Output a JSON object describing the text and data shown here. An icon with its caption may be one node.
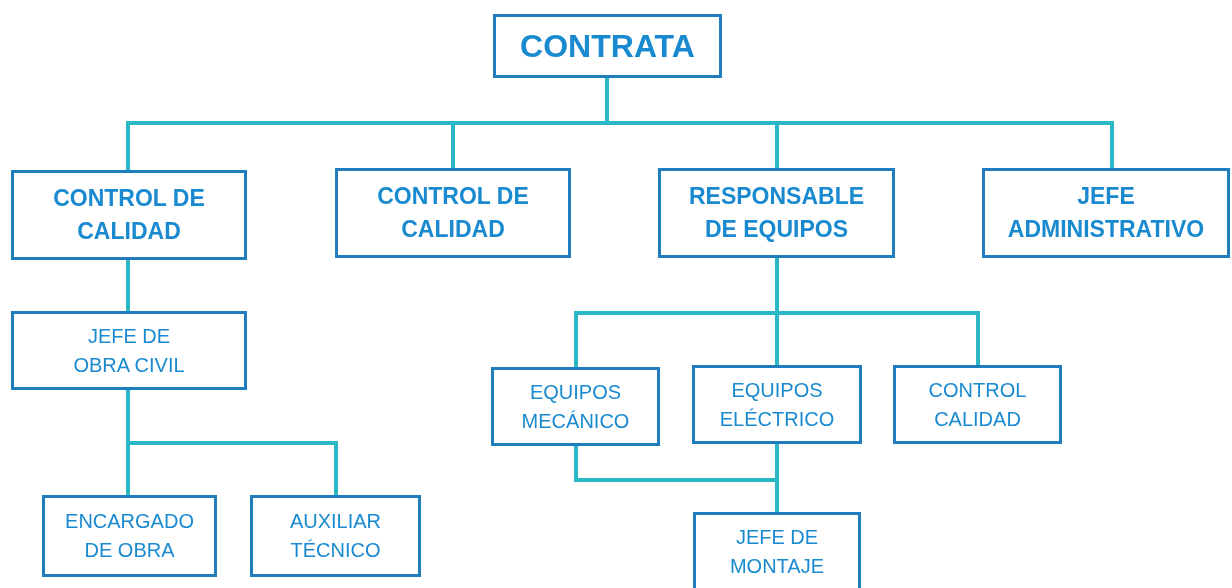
{
  "diagram": {
    "nodes": [
      {
        "text": [
          "CONTRATA"
        ]
      },
      {
        "text": [
          "CONTROL DE CALIDAD"
        ]
      },
      {
        "text": [
          "CONTROL DE CALIDAD"
        ]
      },
      {
        "text": [
          "RESPONSABLE DE EQUIPOS"
        ]
      },
      {
        "text": [
          "JEFE ADMINISTRATIVO"
        ]
      },
      {
        "text": [
          "JEFE DE OBRA CIVIL"
        ]
      },
      {
        "text": [
          "EQUIPOS MECÁNICO"
        ]
      },
      {
        "text": [
          "EQUIPOS ELÉCTRICO"
        ]
      },
      {
        "text": [
          "CONTROL CALIDAD"
        ]
      },
      {
        "text": [
          "ENCARGADO DE OBRA"
        ]
      },
      {
        "text": [
          "AUXILIAR TÉCNICO"
        ]
      },
      {
        "text": [
          "JEFE DE MONTAJE"
        ]
      }
    ],
    "edges": [
      {
        "from": 0,
        "to": 1,
        "arrow": "none"
      },
      {
        "from": 0,
        "to": 2,
        "arrow": "none"
      },
      {
        "from": 0,
        "to": 3,
        "arrow": "none"
      },
      {
        "from": 0,
        "to": 4,
        "arrow": "none"
      },
      {
        "from": 1,
        "to": 5,
        "arrow": "none"
      },
      {
        "from": 5,
        "to": 9,
        "arrow": "none"
      },
      {
        "from": 5,
        "to": 10,
        "arrow": "none"
      },
      {
        "from": 3,
        "to": 6,
        "arrow": "none"
      },
      {
        "from": 3,
        "to": 7,
        "arrow": "none"
      },
      {
        "from": 3,
        "to": 8,
        "arrow": "none"
      },
      {
        "from": 6,
        "to": 11,
        "arrow": "none"
      },
      {
        "from": 7,
        "to": 11,
        "arrow": "none"
      }
    ]
  }
}
